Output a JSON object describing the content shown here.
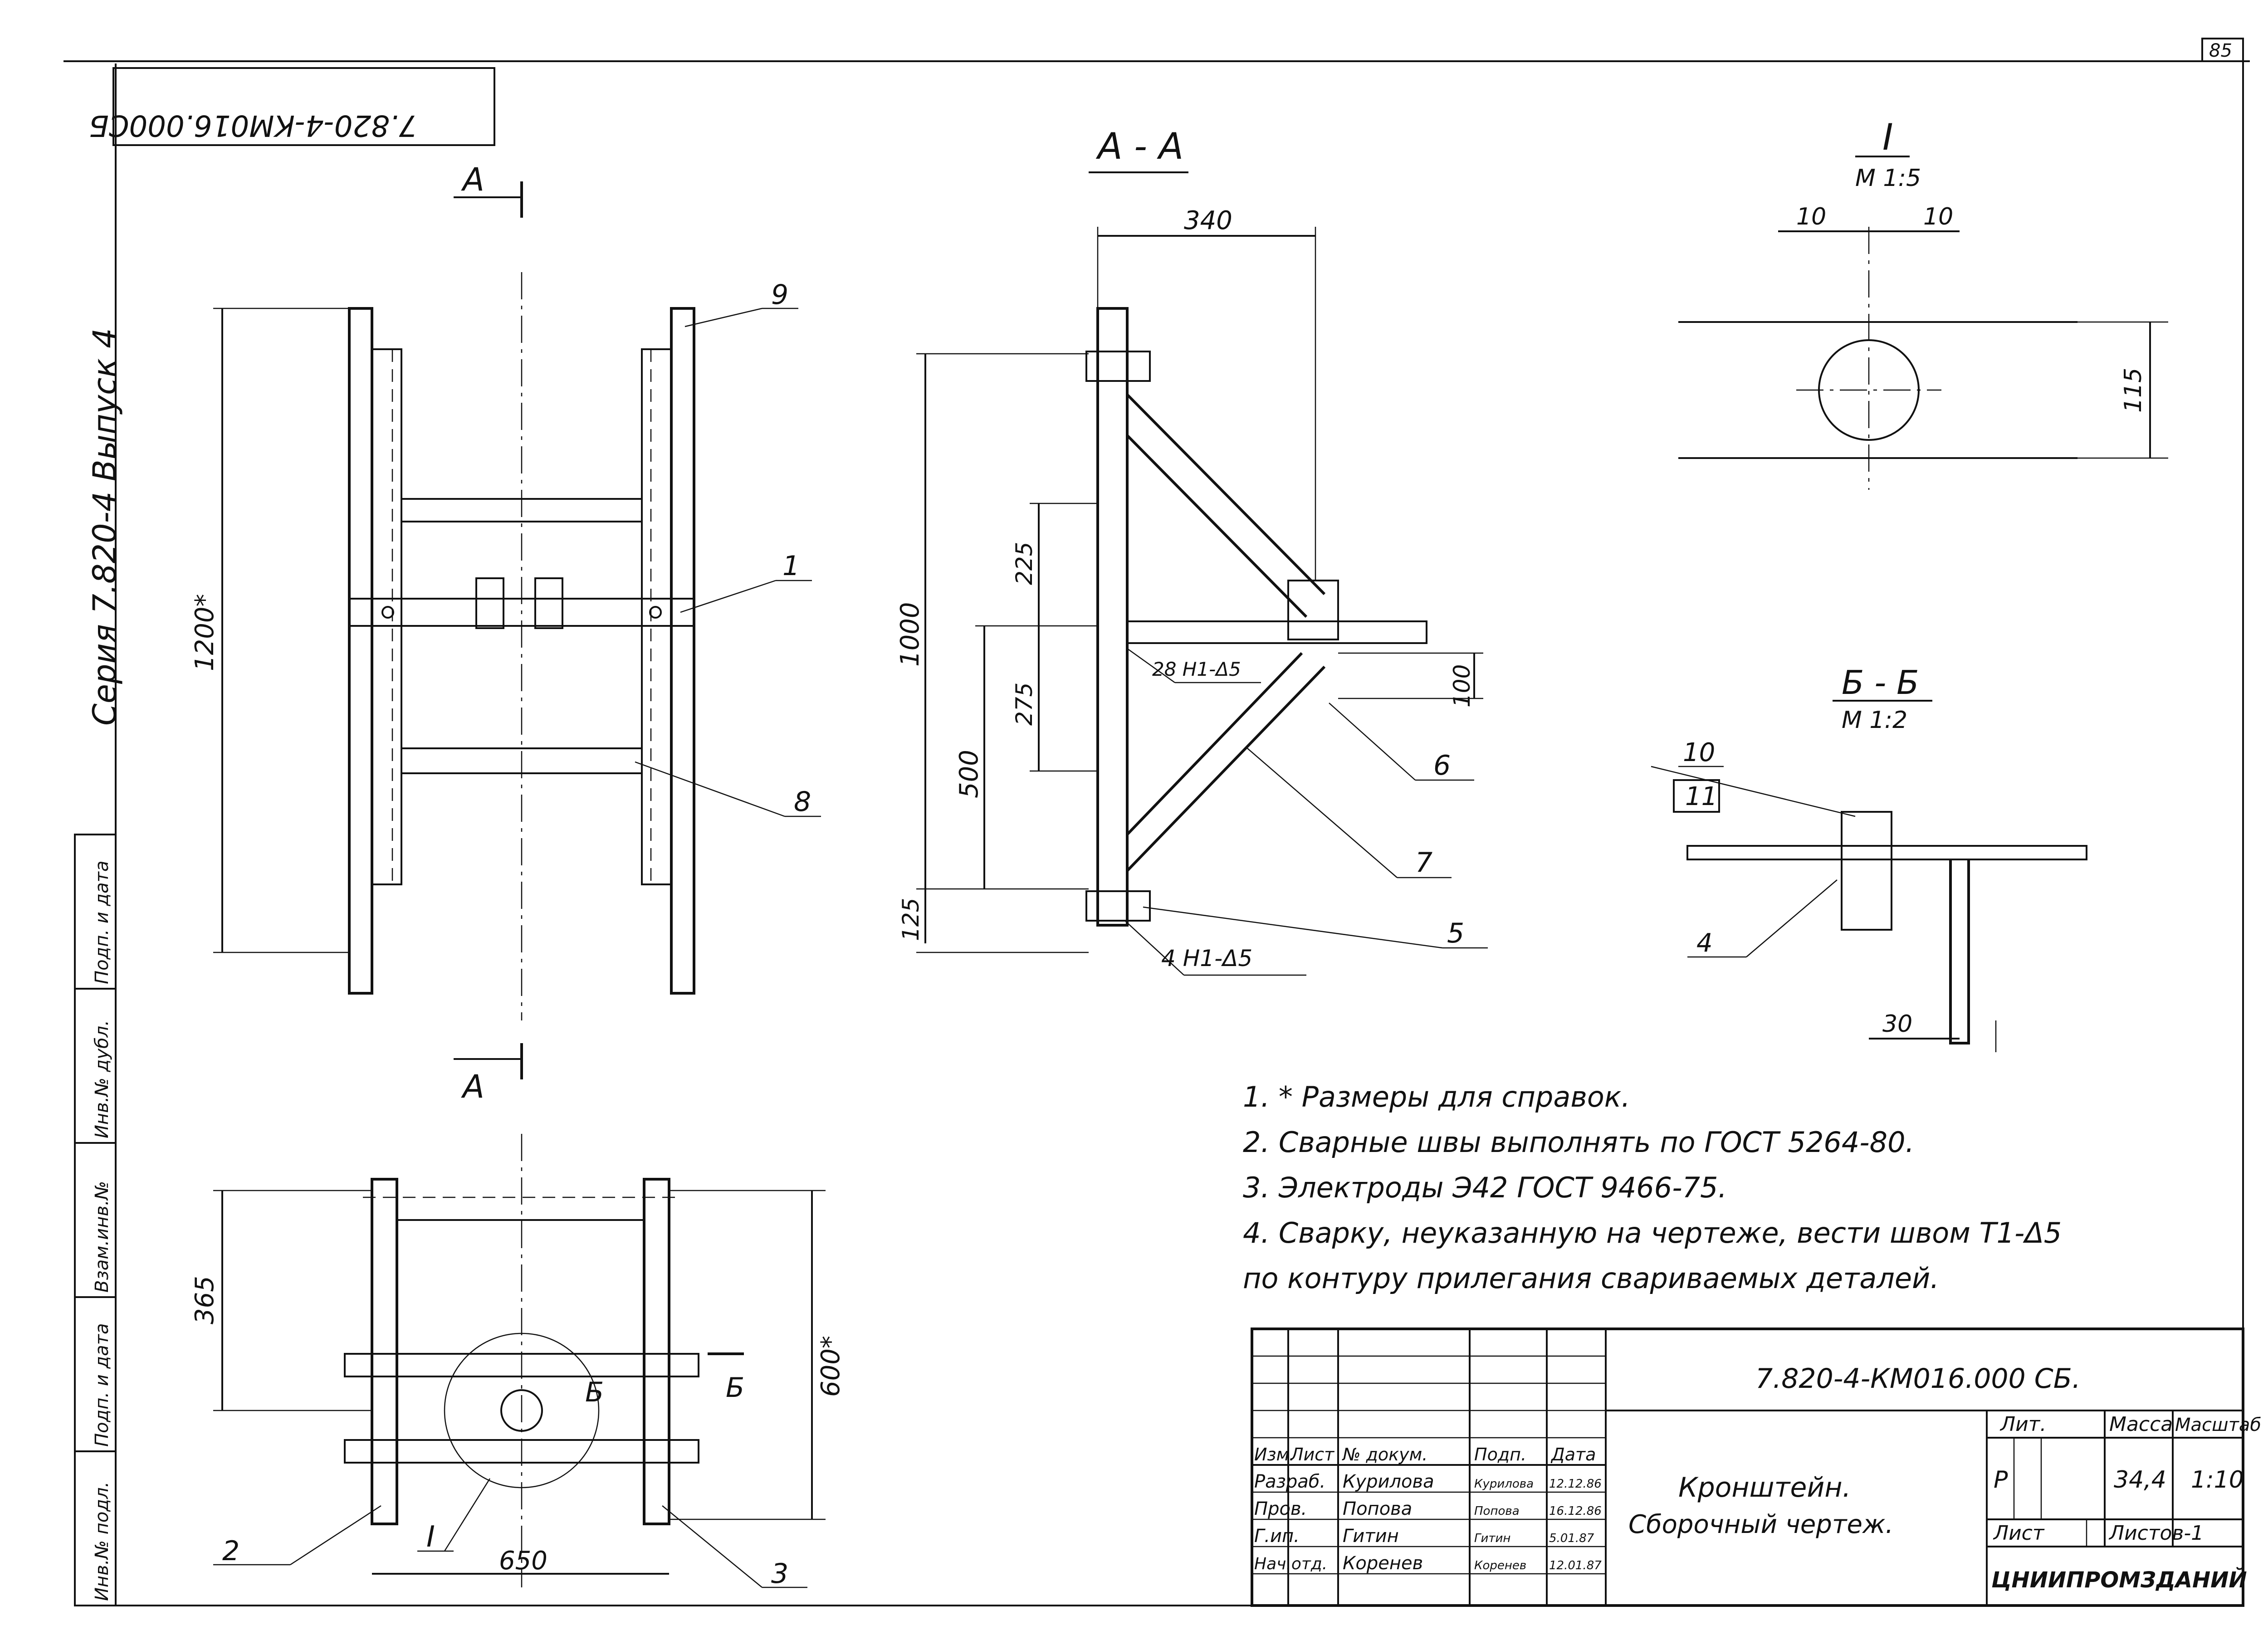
{
  "sheet": {
    "page_number": "85",
    "rotated_code": "7.820-4-КМ016.000СБ",
    "series_text": "Серия 7.820-4 Выпуск 4"
  },
  "left_strip": {
    "cells": [
      "Подп. и дата",
      "Инв.№ дубл.",
      "Взам.инв.№",
      "Подп. и дата",
      "Инв.№ подл."
    ]
  },
  "view_top": {
    "section_mark": "А",
    "dim_height": "1200*",
    "leaders": [
      "9",
      "1",
      "8"
    ]
  },
  "view_bottom": {
    "dim_left": "365",
    "dim_right": "600*",
    "dim_width": "650",
    "section_marks": [
      "Б",
      "Б"
    ],
    "detail_mark": "I",
    "leaders": [
      "2",
      "3"
    ]
  },
  "section_aa": {
    "title": "А - А",
    "dims": [
      "340",
      "1000",
      "225",
      "275",
      "500",
      "125",
      "100"
    ],
    "weld_marks": [
      "28 Н1-Δ5",
      "4 Н1-Δ5"
    ],
    "leaders": [
      "6",
      "7",
      "5"
    ]
  },
  "detail_i": {
    "title": "I",
    "scale": "М 1:5",
    "dims": [
      "10",
      "10",
      "115"
    ]
  },
  "section_bb": {
    "title": "Б - Б",
    "scale": "М 1:2",
    "dims": [
      "30"
    ],
    "leaders": [
      "10",
      "11",
      "4"
    ]
  },
  "notes": [
    "1. * Размеры для справок.",
    "2. Сварные швы выполнять по ГОСТ 5264-80.",
    "3. Электроды Э42 ГОСТ 9466-75.",
    "4. Сварку, неуказанную на чертеже, вести швом Т1-Δ5",
    "по контуру прилегания свариваемых деталей."
  ],
  "title_block": {
    "doc_code": "7.820-4-КМ016.000 СБ.",
    "headers": [
      "Изм.",
      "Лист",
      "№ докум.",
      "Подп.",
      "Дата"
    ],
    "rows": [
      [
        "Разраб.",
        "Курилова",
        "Курилова",
        "12.12.86"
      ],
      [
        "Пров.",
        "Попова",
        "Попова",
        "16.12.86"
      ],
      [
        "Г.ип.",
        "Гитин",
        "Гитин",
        "5.01.87"
      ],
      [
        "Нач.отд.",
        "Коренев",
        "Коренев",
        "12.01.87"
      ]
    ],
    "name_line1": "Кронштейн.",
    "name_line2": "Сборочный чертеж.",
    "lit_header": "Лит.",
    "mass_header": "Масса",
    "scale_header": "Масштаб",
    "lit_value": "Р",
    "mass_value": "34,4",
    "scale_value": "1:10",
    "sheet_label": "Лист",
    "sheets_label": "Листов-1",
    "org": "ЦНИИПРОМЗДАНИЙ"
  }
}
